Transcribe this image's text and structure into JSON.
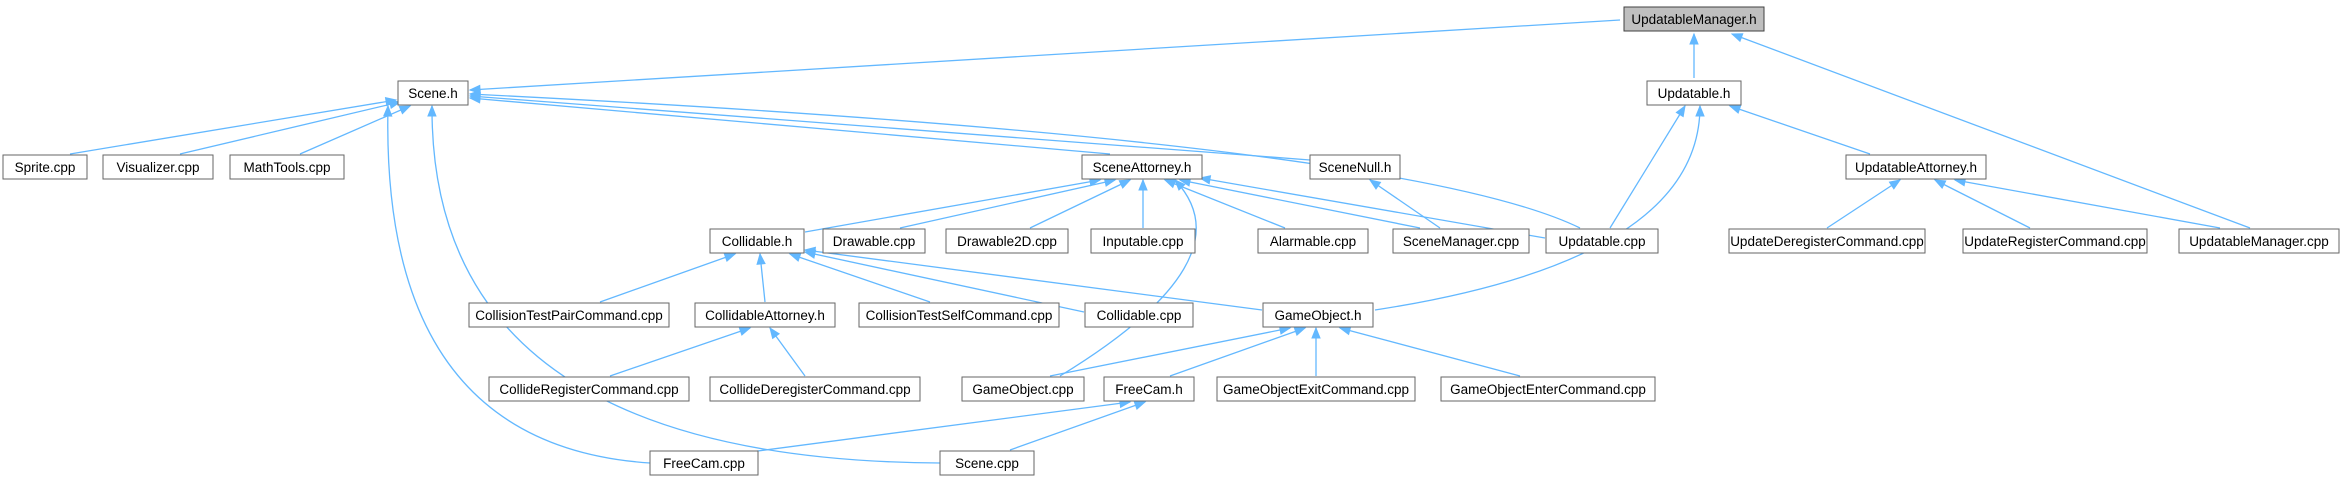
{
  "diagram": {
    "title": "",
    "colors": {
      "edge": "#63b8ff",
      "node_border": "#666666",
      "root_fill": "#bfbfbf",
      "node_fill": "#ffffff"
    },
    "nodes": {
      "updatablemanager_h": "UpdatableManager.h",
      "scene_h": "Scene.h",
      "updatable_h": "Updatable.h",
      "sprite_cpp": "Sprite.cpp",
      "visualizer_cpp": "Visualizer.cpp",
      "mathtools_cpp": "MathTools.cpp",
      "sceneattorney_h": "SceneAttorney.h",
      "scenenull_h": "SceneNull.h",
      "updatableattorney_h": "UpdatableAttorney.h",
      "collidable_h": "Collidable.h",
      "drawable_cpp": "Drawable.cpp",
      "drawable2d_cpp": "Drawable2D.cpp",
      "inputable_cpp": "Inputable.cpp",
      "alarmable_cpp": "Alarmable.cpp",
      "scenemanager_cpp": "SceneManager.cpp",
      "updatable_cpp": "Updatable.cpp",
      "updatederegistercommand_cpp": "UpdateDeregisterCommand.cpp",
      "updateregistercommand_cpp": "UpdateRegisterCommand.cpp",
      "updatablemanager_cpp": "UpdatableManager.cpp",
      "collisiontestpaircommand_cpp": "CollisionTestPairCommand.cpp",
      "collidableattorney_h": "CollidableAttorney.h",
      "collisiontestselfcommand_cpp": "CollisionTestSelfCommand.cpp",
      "collidable_cpp": "Collidable.cpp",
      "gameobject_h": "GameObject.h",
      "collideregistercommand_cpp": "CollideRegisterCommand.cpp",
      "collidederegistercommand_cpp": "CollideDeregisterCommand.cpp",
      "gameobject_cpp": "GameObject.cpp",
      "freecam_h": "FreeCam.h",
      "gameobjectexitcommand_cpp": "GameObjectExitCommand.cpp",
      "gameobjectentercommand_cpp": "GameObjectEnterCommand.cpp",
      "freecam_cpp": "FreeCam.cpp",
      "scene_cpp": "Scene.cpp"
    }
  }
}
